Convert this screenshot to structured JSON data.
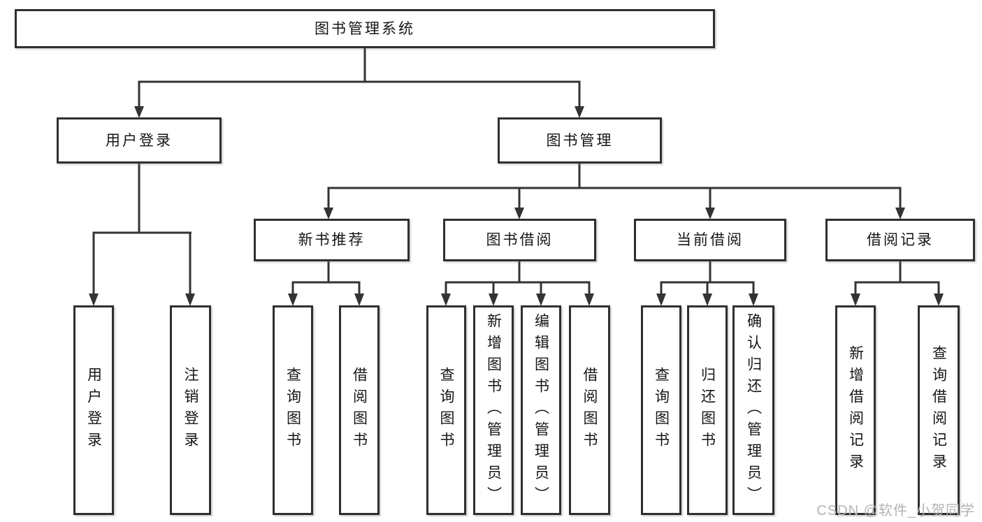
{
  "diagram": {
    "title": "图书管理系统",
    "type": "function-structure-tree",
    "colors": {
      "background": "#ffffff",
      "box_border": "#2f2f2f",
      "connector_line": "#333333",
      "text": "#161616",
      "watermark": "#b4b4b4"
    },
    "nodes": {
      "root": {
        "label": "图书管理系统"
      },
      "user_login": {
        "label": "用户登录"
      },
      "book_mgmt": {
        "label": "图书管理"
      },
      "new_book_rec": {
        "label": "新书推荐"
      },
      "book_borrow": {
        "label": "图书借阅"
      },
      "current_borrow": {
        "label": "当前借阅"
      },
      "borrow_records": {
        "label": "借阅记录"
      },
      "login_leaf": {
        "label": "用户登录"
      },
      "logout_leaf": {
        "label": "注销登录"
      },
      "rec_query_books": {
        "label": "查询图书"
      },
      "rec_borrow_books": {
        "label": "借阅图书"
      },
      "bb_query_books": {
        "label": "查询图书"
      },
      "bb_add_books": {
        "label": "新增图书（管理员）"
      },
      "bb_edit_books": {
        "label": "编辑图书（管理员）"
      },
      "bb_borrow_books": {
        "label": "借阅图书"
      },
      "cb_query_books": {
        "label": "查询图书"
      },
      "cb_return_books": {
        "label": "归还图书"
      },
      "cb_confirm_return": {
        "label": "确认归还（管理员）"
      },
      "br_add_record": {
        "label": "新增借阅记录"
      },
      "br_query_record": {
        "label": "查询借阅记录"
      }
    },
    "edges": [
      [
        "root",
        "user_login"
      ],
      [
        "root",
        "book_mgmt"
      ],
      [
        "user_login",
        "login_leaf"
      ],
      [
        "user_login",
        "logout_leaf"
      ],
      [
        "book_mgmt",
        "new_book_rec"
      ],
      [
        "book_mgmt",
        "book_borrow"
      ],
      [
        "book_mgmt",
        "current_borrow"
      ],
      [
        "book_mgmt",
        "borrow_records"
      ],
      [
        "new_book_rec",
        "rec_query_books"
      ],
      [
        "new_book_rec",
        "rec_borrow_books"
      ],
      [
        "book_borrow",
        "bb_query_books"
      ],
      [
        "book_borrow",
        "bb_add_books"
      ],
      [
        "book_borrow",
        "bb_edit_books"
      ],
      [
        "book_borrow",
        "bb_borrow_books"
      ],
      [
        "current_borrow",
        "cb_query_books"
      ],
      [
        "current_borrow",
        "cb_return_books"
      ],
      [
        "current_borrow",
        "cb_confirm_return"
      ],
      [
        "borrow_records",
        "br_add_record"
      ],
      [
        "borrow_records",
        "br_query_record"
      ]
    ],
    "watermark": {
      "text": "CSDN @软件_小贺同学"
    }
  }
}
